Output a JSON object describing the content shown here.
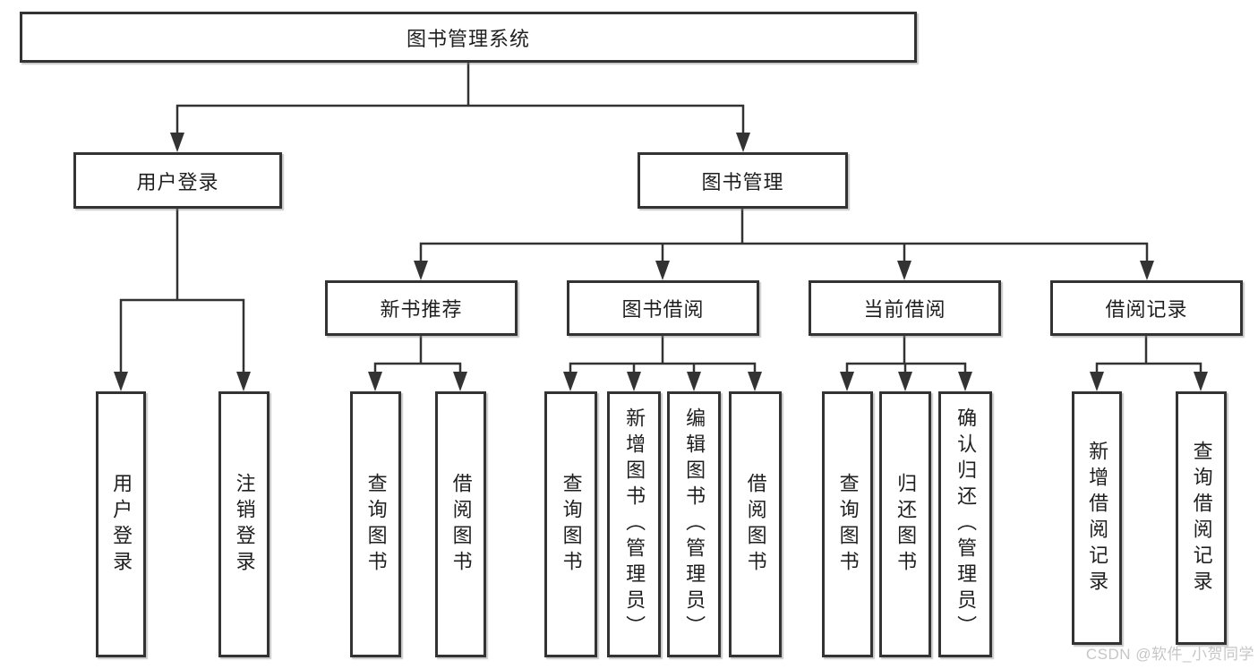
{
  "diagram": {
    "type": "hierarchy-diagram",
    "watermark": "CSDN @软件_小贺同学",
    "colors": {
      "line": "#333333",
      "box_border": "#333333",
      "box_fill": "#ffffff",
      "text": "#1f1f1f",
      "watermark": "#c6c6c6"
    },
    "nodes": {
      "root": {
        "label": "图书管理系统"
      },
      "user_login": {
        "label": "用户登录"
      },
      "book_management": {
        "label": "图书管理"
      },
      "new_book_recommend": {
        "label": "新书推荐"
      },
      "book_borrowing": {
        "label": "图书借阅"
      },
      "current_borrowing": {
        "label": "当前借阅"
      },
      "borrowing_records": {
        "label": "借阅记录"
      },
      "leaf_user_login": {
        "label": "用户登录"
      },
      "leaf_logout": {
        "label": "注销登录"
      },
      "leaf_query_books_recommend": {
        "label": "查询图书"
      },
      "leaf_borrow_books_recommend": {
        "label": "借阅图书"
      },
      "leaf_query_books_borrowing": {
        "label": "查询图书"
      },
      "leaf_add_books_admin": {
        "label": "新增图书（管理员）"
      },
      "leaf_edit_books_admin": {
        "label": "编辑图书（管理员）"
      },
      "leaf_borrow_books_borrowing": {
        "label": "借阅图书"
      },
      "leaf_query_books_current": {
        "label": "查询图书"
      },
      "leaf_return_books": {
        "label": "归还图书"
      },
      "leaf_confirm_return_admin": {
        "label": "确认归还（管理员）"
      },
      "leaf_add_borrow_record": {
        "label": "新增借阅记录"
      },
      "leaf_query_borrow_record": {
        "label": "查询借阅记录"
      }
    },
    "hierarchy": [
      {
        "parent": "图书管理系统",
        "children": [
          "用户登录",
          "图书管理"
        ]
      },
      {
        "parent": "用户登录",
        "children": [
          "用户登录",
          "注销登录"
        ]
      },
      {
        "parent": "图书管理",
        "children": [
          "新书推荐",
          "图书借阅",
          "当前借阅",
          "借阅记录"
        ]
      },
      {
        "parent": "新书推荐",
        "children": [
          "查询图书",
          "借阅图书"
        ]
      },
      {
        "parent": "图书借阅",
        "children": [
          "查询图书",
          "新增图书（管理员）",
          "编辑图书（管理员）",
          "借阅图书"
        ]
      },
      {
        "parent": "当前借阅",
        "children": [
          "查询图书",
          "归还图书",
          "确认归还（管理员）"
        ]
      },
      {
        "parent": "借阅记录",
        "children": [
          "新增借阅记录",
          "查询借阅记录"
        ]
      }
    ]
  }
}
